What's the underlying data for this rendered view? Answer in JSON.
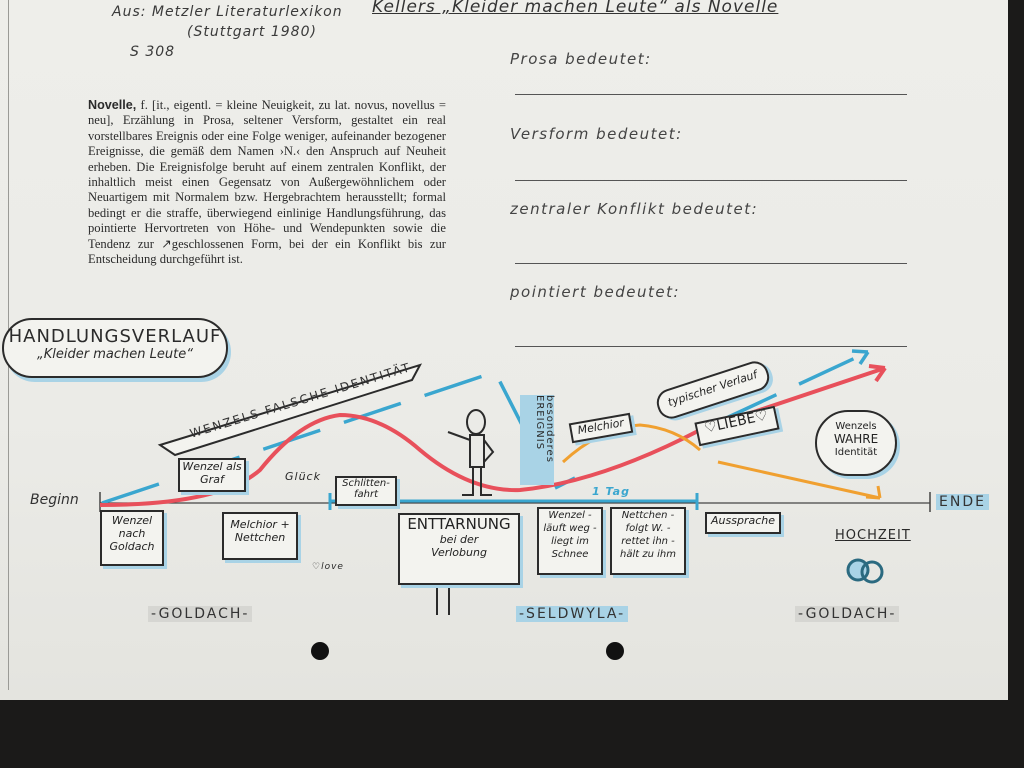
{
  "header": {
    "source_lines": [
      "Aus: Metzler Literaturlexikon",
      "(Stuttgart 1980)",
      "S 308"
    ],
    "title": "Kellers „Kleider machen Leute“ als Novelle"
  },
  "questions": [
    "Prosa bedeutet:",
    "Versform bedeutet:",
    "zentraler Konflikt bedeutet:",
    "pointiert bedeutet:"
  ],
  "dictionary": {
    "headword": "Novelle,",
    "text": "f. [it., eigentl. = kleine Neuigkeit, zu lat. novus, novellus = neu], Erzählung in Prosa, seltener Versform, gestaltet ein real vorstellbares Ereignis oder eine Folge weniger, aufeinander bezogener Ereignisse, die gemäß dem Namen ›N.‹ den Anspruch auf Neuheit erheben. Die Ereignisfolge beruht auf einem zentralen Konflikt, der inhaltlich meist einen Gegensatz von Außergewöhnlichem oder Neuartigem mit Normalem bzw. Hergebrachtem herausstellt; formal bedingt er die straffe, überwiegend einlinige Handlungsführung, das pointierte Hervortreten von Höhe- und Wendepunkten sowie die Tendenz zur ↗geschlossenen Form, bei der ein Konflikt bis zur Entscheidung durchgeführt ist."
  },
  "diagram": {
    "cloud_title": "HANDLUNGSVERLAUF",
    "cloud_subtitle": "„Kleider machen Leute“",
    "banner": "WENZELS FALSCHE IDENTITÄT",
    "start": "Beginn",
    "end": "ENDE",
    "boxes": {
      "wenzel_graf": "Wenzel als Graf",
      "glueck": "Glück",
      "schlittenfahrt": "Schlitten-fahrt",
      "wenzel_goldach": "Wenzel nach Goldach",
      "melchior_nettchen": "Melchior + Nettchen",
      "enttarnung": "ENTTARNUNG",
      "enttarnung_sub": "bei der Verlobung",
      "wenzel_laeuft": "Wenzel -läuft weg -liegt im Schnee",
      "nettchen_folgt": "Nettchen -folgt W. -rettet ihn -hält zu ihm",
      "melchior": "Melchior",
      "aussprache": "Aussprache",
      "liebe": "♡LIEBE♡",
      "typischer_verlauf": "typischer Verlauf",
      "wahre_identitaet_1": "Wenzels",
      "wahre_identitaet_2": "WAHRE",
      "wahre_identitaet_3": "Identität",
      "hochzeit": "HOCHZEIT",
      "besonderes_ereignis": "besonderes EREIGNIS",
      "ein_tag": "1 Tag",
      "love": "love"
    },
    "places": [
      "-GOLDACH-",
      "-SELDWYLA-",
      "-GOLDACH-"
    ],
    "colors": {
      "red": "#e8505b",
      "blue": "#3aa6cf",
      "orange": "#f0a030"
    }
  }
}
